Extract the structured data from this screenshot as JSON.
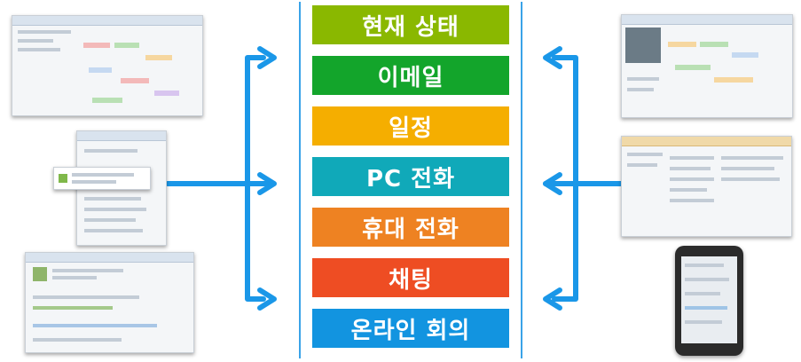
{
  "diagram": {
    "features": [
      {
        "label": "현재 상태",
        "color": "#8ab800"
      },
      {
        "label": "이메일",
        "color": "#13a52b"
      },
      {
        "label": "일정",
        "color": "#f5ae00"
      },
      {
        "label": "PC 전화",
        "color": "#10a9b9"
      },
      {
        "label": "휴대 전화",
        "color": "#ee8222"
      },
      {
        "label": "채팅",
        "color": "#ee4d23"
      },
      {
        "label": "온라인 회의",
        "color": "#1294e0"
      }
    ],
    "connector_color": "#1a97e8"
  }
}
